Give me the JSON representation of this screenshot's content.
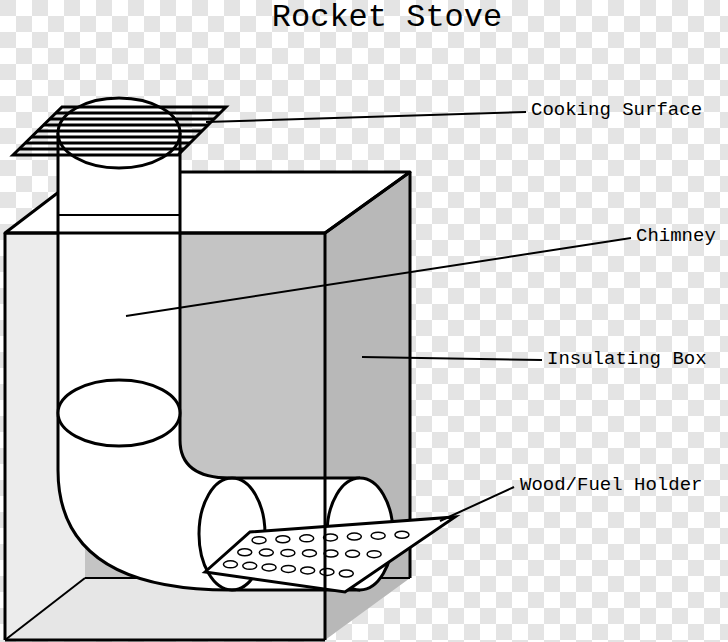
{
  "diagram": {
    "title": "Rocket Stove",
    "labels": [
      "Cooking Surface",
      "Chimney",
      "Insulating Box",
      "Wood/Fuel Holder"
    ]
  }
}
